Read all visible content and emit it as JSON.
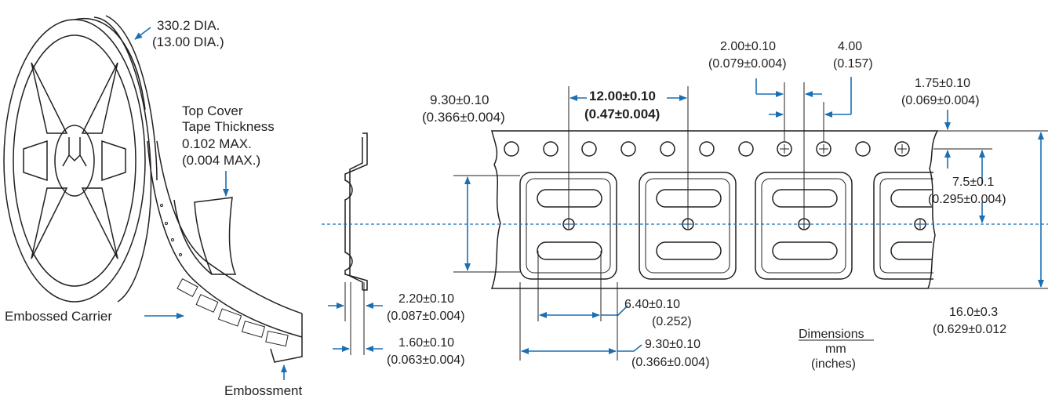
{
  "colors": {
    "ink": "#231f20",
    "dimension": "#1a6fb3",
    "background": "#ffffff"
  },
  "reel": {
    "dia_mm": "330.2 DIA.",
    "dia_in": "(13.00 DIA.)",
    "cover_line1": "Top Cover",
    "cover_line2": "Tape Thickness",
    "cover_line3": "0.102 MAX.",
    "cover_line4": "(0.004 MAX.)",
    "carrier": "Embossed Carrier",
    "embossment": "Embossment"
  },
  "profile": {
    "depth_mm": "2.20±0.10",
    "depth_in": "(0.087±0.004)",
    "thick_mm": "1.60±0.10",
    "thick_in": "(0.063±0.004)"
  },
  "tape": {
    "pocket_h_mm": "9.30±0.10",
    "pocket_h_in": "(0.366±0.004)",
    "pitch_mm": "12.00±0.10",
    "pitch_in": "(0.47±0.004)",
    "hole_offset_mm": "2.00±0.10",
    "hole_offset_in": "(0.079±0.004)",
    "hole_pitch_mm": "4.00",
    "hole_pitch_in": "(0.157)",
    "edge_mm": "1.75±0.10",
    "edge_in": "(0.069±0.004)",
    "center_mm": "7.5±0.1",
    "center_in": "(0.295±0.004)",
    "width_mm": "16.0±0.3",
    "width_in": "(0.629±0.012",
    "slot_mm": "6.40±0.10",
    "slot_in": "(0.252)",
    "pocket_w_mm": "9.30±0.10",
    "pocket_w_in": "(0.366±0.004)"
  },
  "legend": {
    "title": "Dimensions",
    "unit": "mm",
    "unit_alt": "(inches)"
  }
}
